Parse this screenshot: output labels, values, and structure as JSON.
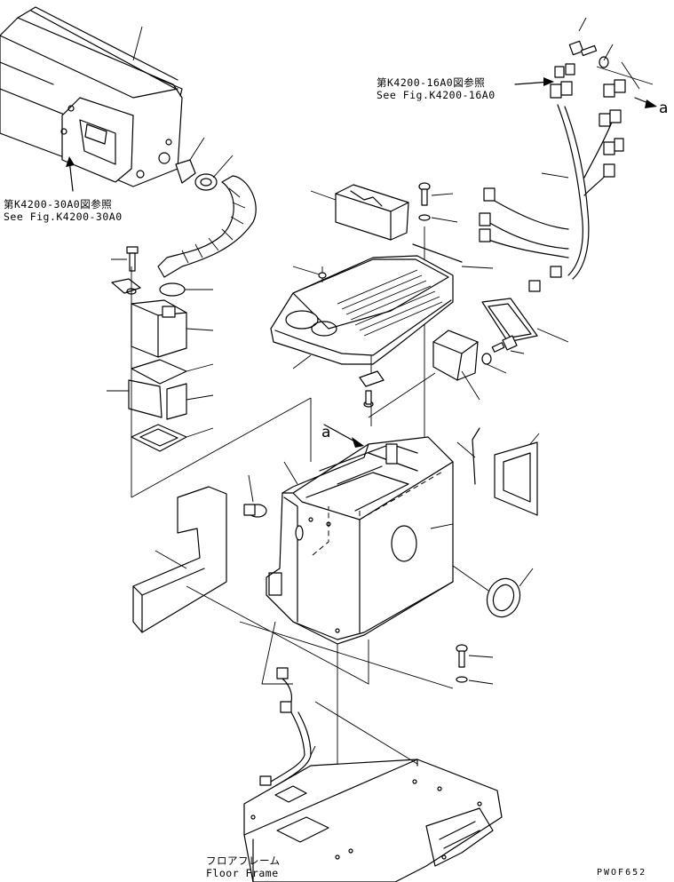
{
  "references": {
    "fig_16a0_jp": "第K4200-16A0図参照",
    "fig_16a0_en": "See Fig.K4200-16A0",
    "fig_30a0_jp": "第K4200-30A0図参照",
    "fig_30a0_en": "See Fig.K4200-30A0"
  },
  "floor_frame": {
    "jp": "フロアフレーム",
    "en": "Floor Frame"
  },
  "connection_marks": {
    "harness_end": "a",
    "box_top": "a"
  },
  "drawing_code": "PWOF652"
}
